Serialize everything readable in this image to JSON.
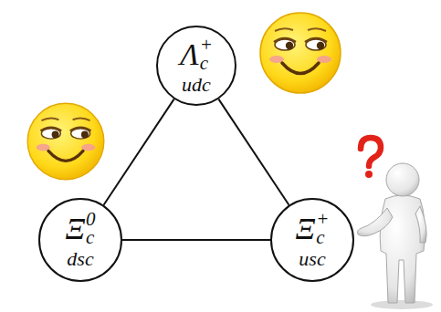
{
  "diagram": {
    "nodes": [
      {
        "text": [
          "Λc+",
          "udc"
        ]
      },
      {
        "text": [
          "Ξc0",
          "dsc"
        ]
      },
      {
        "text": [
          "Ξc+",
          "usc"
        ]
      }
    ],
    "edges": [
      {
        "from": 0,
        "to": 1,
        "arrow": "none"
      },
      {
        "from": 0,
        "to": 2,
        "arrow": "none"
      },
      {
        "from": 1,
        "to": 2,
        "arrow": "none"
      }
    ]
  }
}
